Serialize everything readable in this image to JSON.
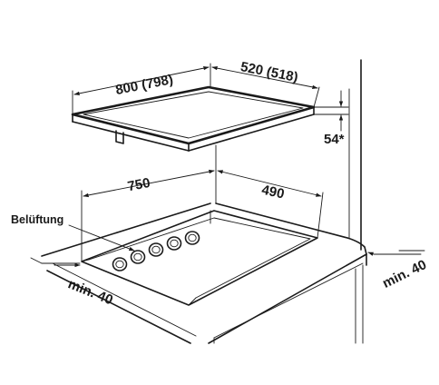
{
  "diagram": {
    "labels": {
      "hob_width": "800 (798)",
      "hob_depth": "520 (518)",
      "hob_height": "54*",
      "cutout_width": "750",
      "cutout_depth": "490",
      "ventilation": "Belüftung",
      "front_clearance": "min. 40",
      "side_clearance": "min. 40"
    },
    "colors": {
      "line": "#1a1a1a",
      "background": "#ffffff"
    }
  }
}
